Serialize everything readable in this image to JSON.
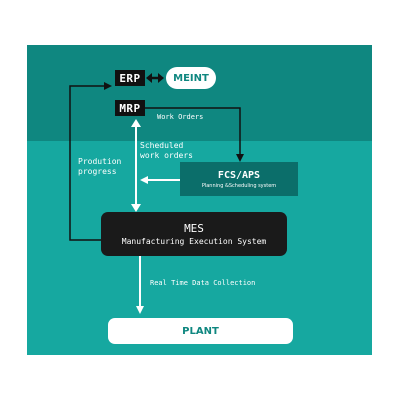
{
  "erp": {
    "label": "ERP"
  },
  "mrp": {
    "label": "MRP"
  },
  "meint": {
    "label": "MEINT"
  },
  "fcs": {
    "title": "FCS/APS",
    "subtitle": "Planning &Scheduling system"
  },
  "mes": {
    "title": "MES",
    "subtitle": "Manufacturing Execution System"
  },
  "plant": {
    "label": "PLANT"
  },
  "labels": {
    "work_orders": "Work Orders",
    "scheduled_line1": "Scheduled",
    "scheduled_line2": "work orders",
    "progress_line1": "Prodution",
    "progress_line2": "progress",
    "realtime": "Real Time Data Collection"
  },
  "colors": {
    "top_panel": "#0f8780",
    "bottom_panel": "#16a8a0",
    "box_dark": "#111111",
    "fcs_box": "#0b6e6a"
  }
}
